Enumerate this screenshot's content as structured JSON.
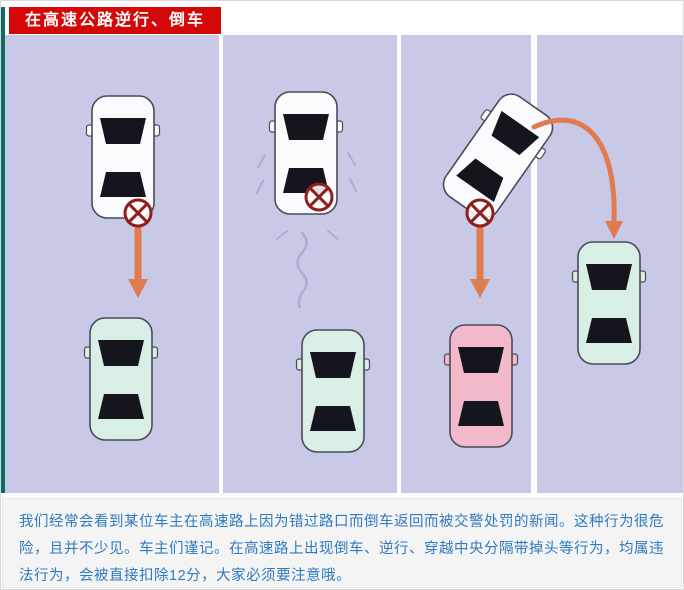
{
  "header": {
    "title": "在高速公路逆行、倒车"
  },
  "footer": {
    "description": "我们经常会看到某位车主在高速路上因为错过路口而倒车返回而被交警处罚的新闻。这种行为很危险，且并不少见。车主们谨记。在高速路上出现倒车、逆行、穿越中央分隔带掉头等行为，均属违法行为，会被直接扣除12分，大家必须要注意哦。"
  },
  "colors": {
    "badge_red": "#d40808",
    "badge_text": "#ffffff",
    "left_strip_teal": "#0e6b63",
    "road_lavender": "#c7c9e6",
    "lane_line_white": "#ffffff",
    "prohibition_red": "#8e1f1f",
    "arrow_orange": "#e07a4f",
    "car_white": "#fbfbfd",
    "car_mint": "#d9efe6",
    "car_pink": "#f2b9cb",
    "car_window_black": "#15151d",
    "motion_mark_gray": "#a9aed2",
    "footer_bg": "#f4f4f4",
    "footer_text_blue": "#2f7ac1"
  },
  "icons": [
    "no-entry-icon",
    "arrow-down-icon",
    "curved-arrow-icon",
    "zigzag-motion-icon"
  ],
  "scene": {
    "lanes": 4,
    "cars": [
      {
        "name": "lane1-reversing-car",
        "color": "white"
      },
      {
        "name": "lane1-front-car",
        "color": "mint"
      },
      {
        "name": "lane2-reversing-car",
        "color": "white"
      },
      {
        "name": "lane2-front-car",
        "color": "mint"
      },
      {
        "name": "lane3-uturn-car",
        "color": "white"
      },
      {
        "name": "lane3-oncoming-car",
        "color": "pink"
      },
      {
        "name": "lane4-car",
        "color": "mint"
      }
    ]
  }
}
